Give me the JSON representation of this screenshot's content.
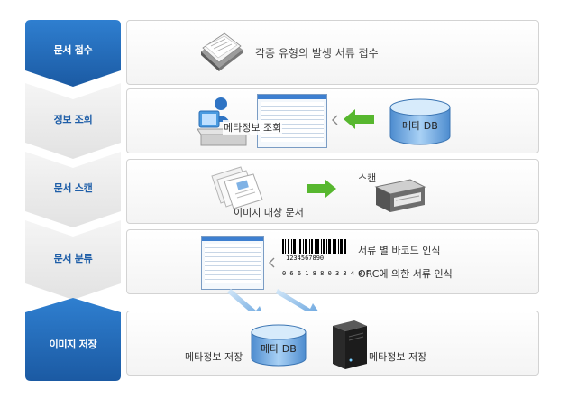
{
  "steps": [
    {
      "label": "문서 접수"
    },
    {
      "label": "정보 조회"
    },
    {
      "label": "문서 스캔"
    },
    {
      "label": "문서 분류"
    },
    {
      "label": "이미지 저장"
    }
  ],
  "panels": {
    "receive": {
      "caption": "각종 유형의 발생 서류 접수"
    },
    "lookup": {
      "doc_label": "메타정보 조회",
      "db_label": "메타 DB"
    },
    "scan": {
      "doc_label": "이미지 대상 문서",
      "scanner_label": "스캔"
    },
    "classify": {
      "barcode_number": "1234567890",
      "barcode_text": "서류 별 바코드 인식",
      "ocr_digits": "0 6 6 1 8 8 0 3 3 4 8 F",
      "ocr_text": "ORC에 의한 서류 인식"
    },
    "store": {
      "left_label": "메타정보 저장",
      "db_label": "메타 DB",
      "right_label": "메타정보 저장"
    }
  },
  "colors": {
    "step_active": "#1e65b0",
    "step_inactive": "#ececec",
    "arrow_green": "#57b72f",
    "db_blue": "#6aa7dc"
  }
}
